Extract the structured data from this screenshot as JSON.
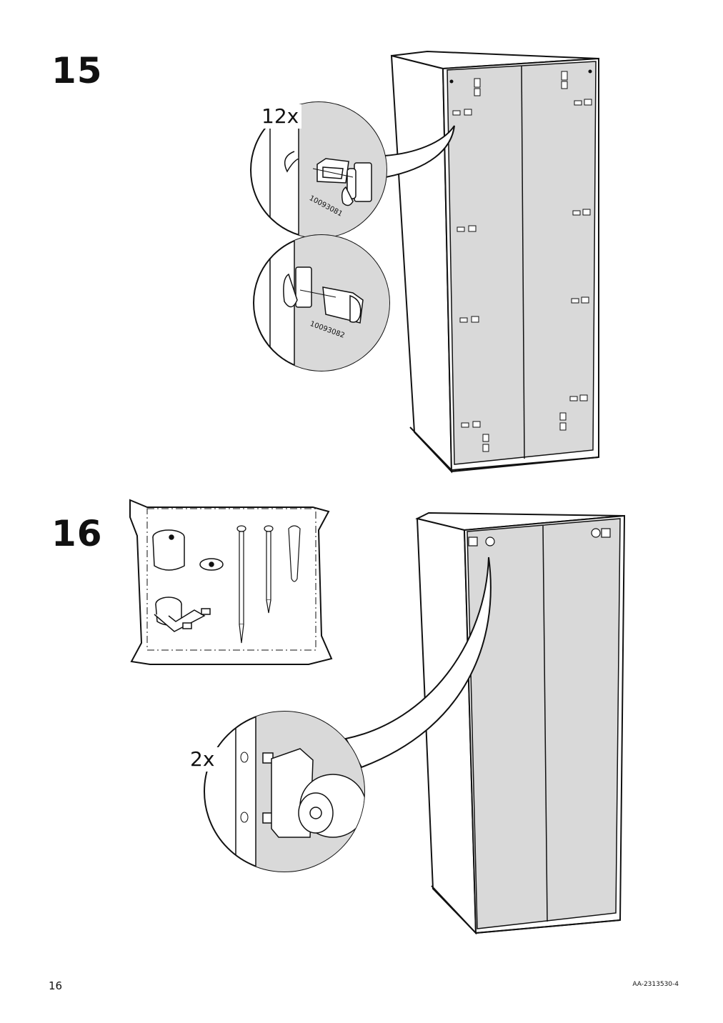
{
  "page": {
    "number": "16",
    "document_code": "AA-2313530-4"
  },
  "step15": {
    "number": "15",
    "quantity": "12x",
    "part_top": "10093081",
    "part_bottom": "10093082"
  },
  "step16": {
    "number": "16",
    "quantity": "2x"
  }
}
